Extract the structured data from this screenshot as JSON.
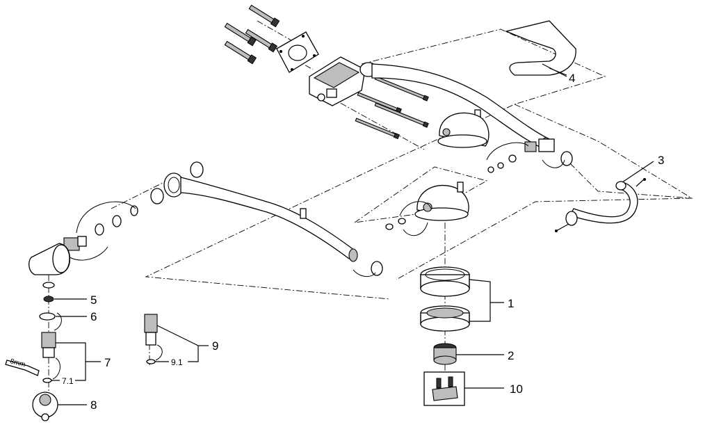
{
  "labels": {
    "p1": "1",
    "p2": "2",
    "p3": "3",
    "p4": "4",
    "p5": "5",
    "p6": "6",
    "p7": "7",
    "p7_1": "7.1",
    "p8": "8",
    "p9": "9",
    "p9_1": "9.1",
    "p10": "10",
    "wrench": "8mm"
  }
}
